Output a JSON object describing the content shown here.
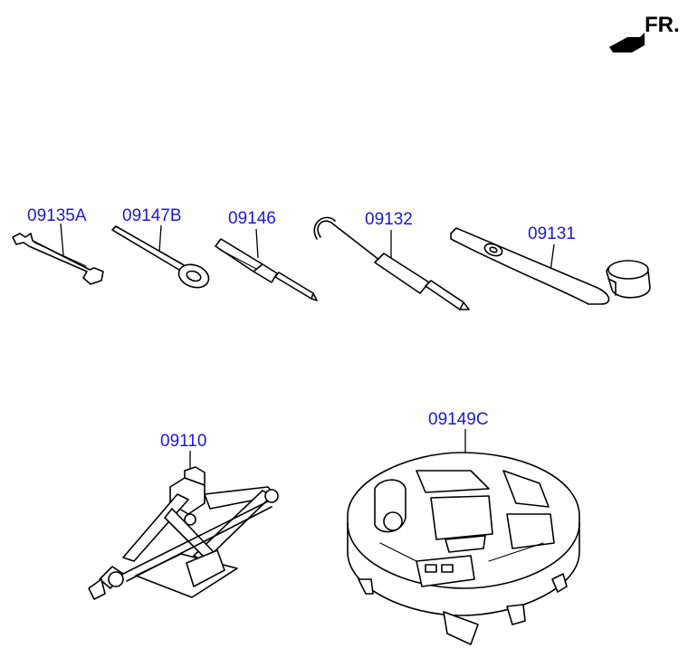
{
  "direction": {
    "label": "FR."
  },
  "parts": {
    "wrench": {
      "code": "09135A"
    },
    "eye_bolt": {
      "code": "09147B"
    },
    "screwdriver": {
      "code": "09146"
    },
    "hook_rod": {
      "code": "09132"
    },
    "lug_wrench": {
      "code": "09131"
    },
    "jack": {
      "code": "09110"
    },
    "tray": {
      "code": "09149C"
    }
  }
}
